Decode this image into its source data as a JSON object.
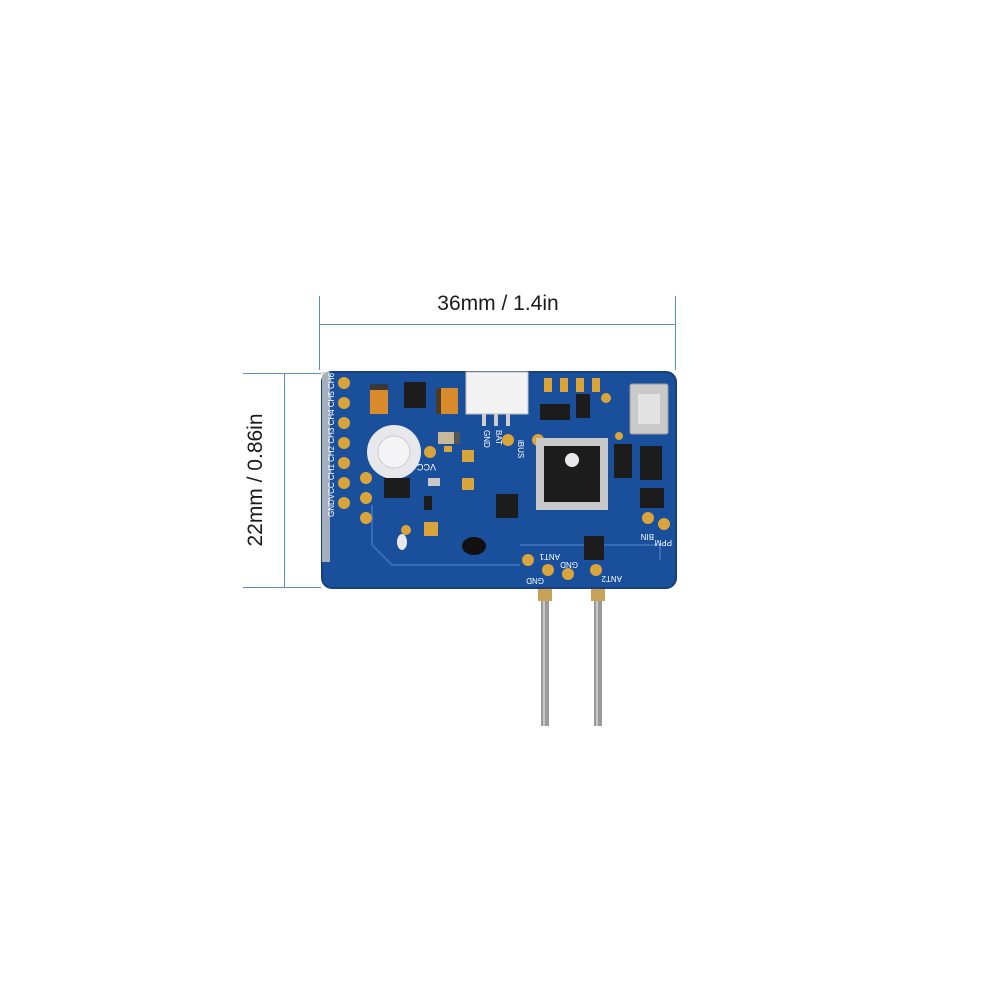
{
  "dimensions": {
    "width_label": "36mm / 1.4in",
    "height_label": "22mm / 0.86in"
  },
  "board": {
    "color": "#1a4f9c",
    "silkscreen": {
      "channels": "GNDVCC CH1 CH2 CH3 CH4 CH5 CH6",
      "vcc": "VCC",
      "gnd": "GND",
      "bat": "BAT",
      "ibus": "iBUS",
      "ant1": "ANT1",
      "ant2": "ANT2",
      "bin": "BIN",
      "ppm": "PPM"
    }
  },
  "colors": {
    "dimension_line": "#5b8fc0",
    "pad_gold": "#d9a53a",
    "chip": "#1c1c1c",
    "antenna_wire": "#9a9a9a"
  }
}
